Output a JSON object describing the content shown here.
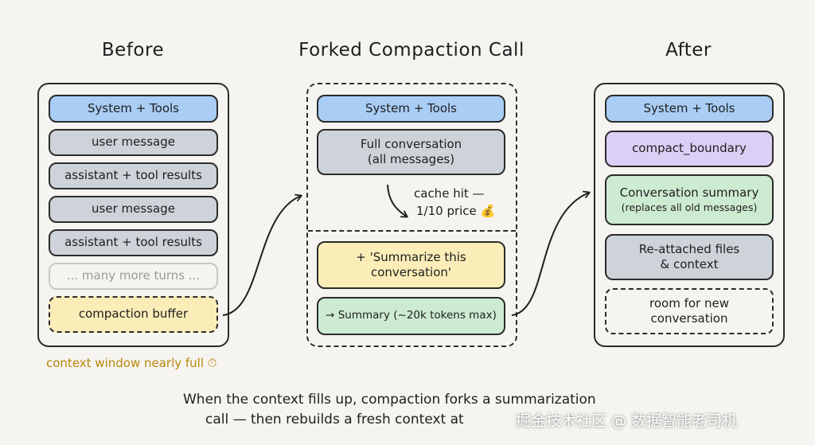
{
  "titles": {
    "before": "Before",
    "forked": "Forked Compaction Call",
    "after": "After"
  },
  "before": {
    "system_tools": "System + Tools",
    "user_message_1": "user message",
    "assistant_tools_1": "assistant + tool results",
    "user_message_2": "user message",
    "assistant_tools_2": "assistant + tool results",
    "many_more_turns": "... many more turns ...",
    "compaction_buffer": "compaction buffer",
    "footer_note": "context window nearly full ⏱"
  },
  "forked": {
    "system_tools": "System + Tools",
    "full_conversation": "Full conversation\n(all messages)",
    "cache_hit": "cache hit —",
    "price": "1/10 price 💰",
    "summarize_prompt": "+ 'Summarize this\nconversation'",
    "summary": "→ Summary (~20k tokens max)"
  },
  "after": {
    "system_tools": "System + Tools",
    "compact_boundary": "compact_boundary",
    "conversation_summary": "Conversation summary",
    "conversation_summary_sub": "(replaces all old messages)",
    "reattached": "Re-attached files\n& context",
    "room": "room for new\nconversation"
  },
  "caption": {
    "line1": "When the context fills up, compaction forks a summarization",
    "line2": "call — then rebuilds a fresh context at"
  },
  "watermark": "掘金技术社区 @ 数据智能老司机",
  "colors": {
    "blue": "#a9cdf5",
    "gray": "#ced3da",
    "yellow": "#fbedb8",
    "green": "#cdebd1",
    "purple": "#dccff5",
    "note_orange": "#b8860b"
  }
}
